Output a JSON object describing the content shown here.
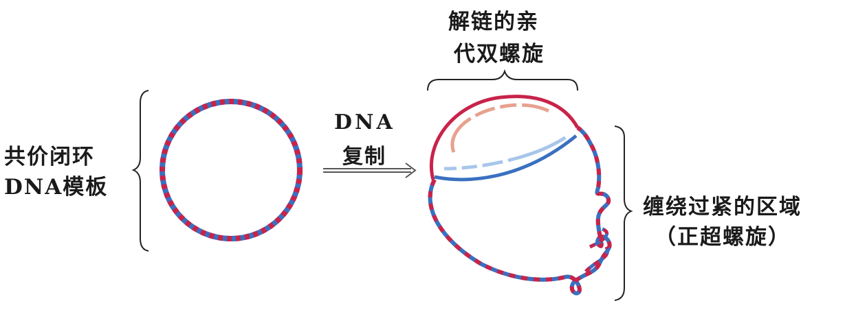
{
  "labels": {
    "template_line1": "共价闭环",
    "template_line2": "DNA模板",
    "replication_line1": "DNA",
    "replication_line2": "复制",
    "unwound_line1": "解链的亲",
    "unwound_line2": "代双螺旋",
    "supercoil_line1": "缠绕过紧的区域",
    "supercoil_line2": "（正超螺旋）"
  },
  "colors": {
    "strand_red": "#c8234a",
    "strand_blue": "#3a70c0",
    "new_red": "#e8a18f",
    "new_blue": "#a8c6ea",
    "bracket": "#222222",
    "arrow": "#555555"
  }
}
